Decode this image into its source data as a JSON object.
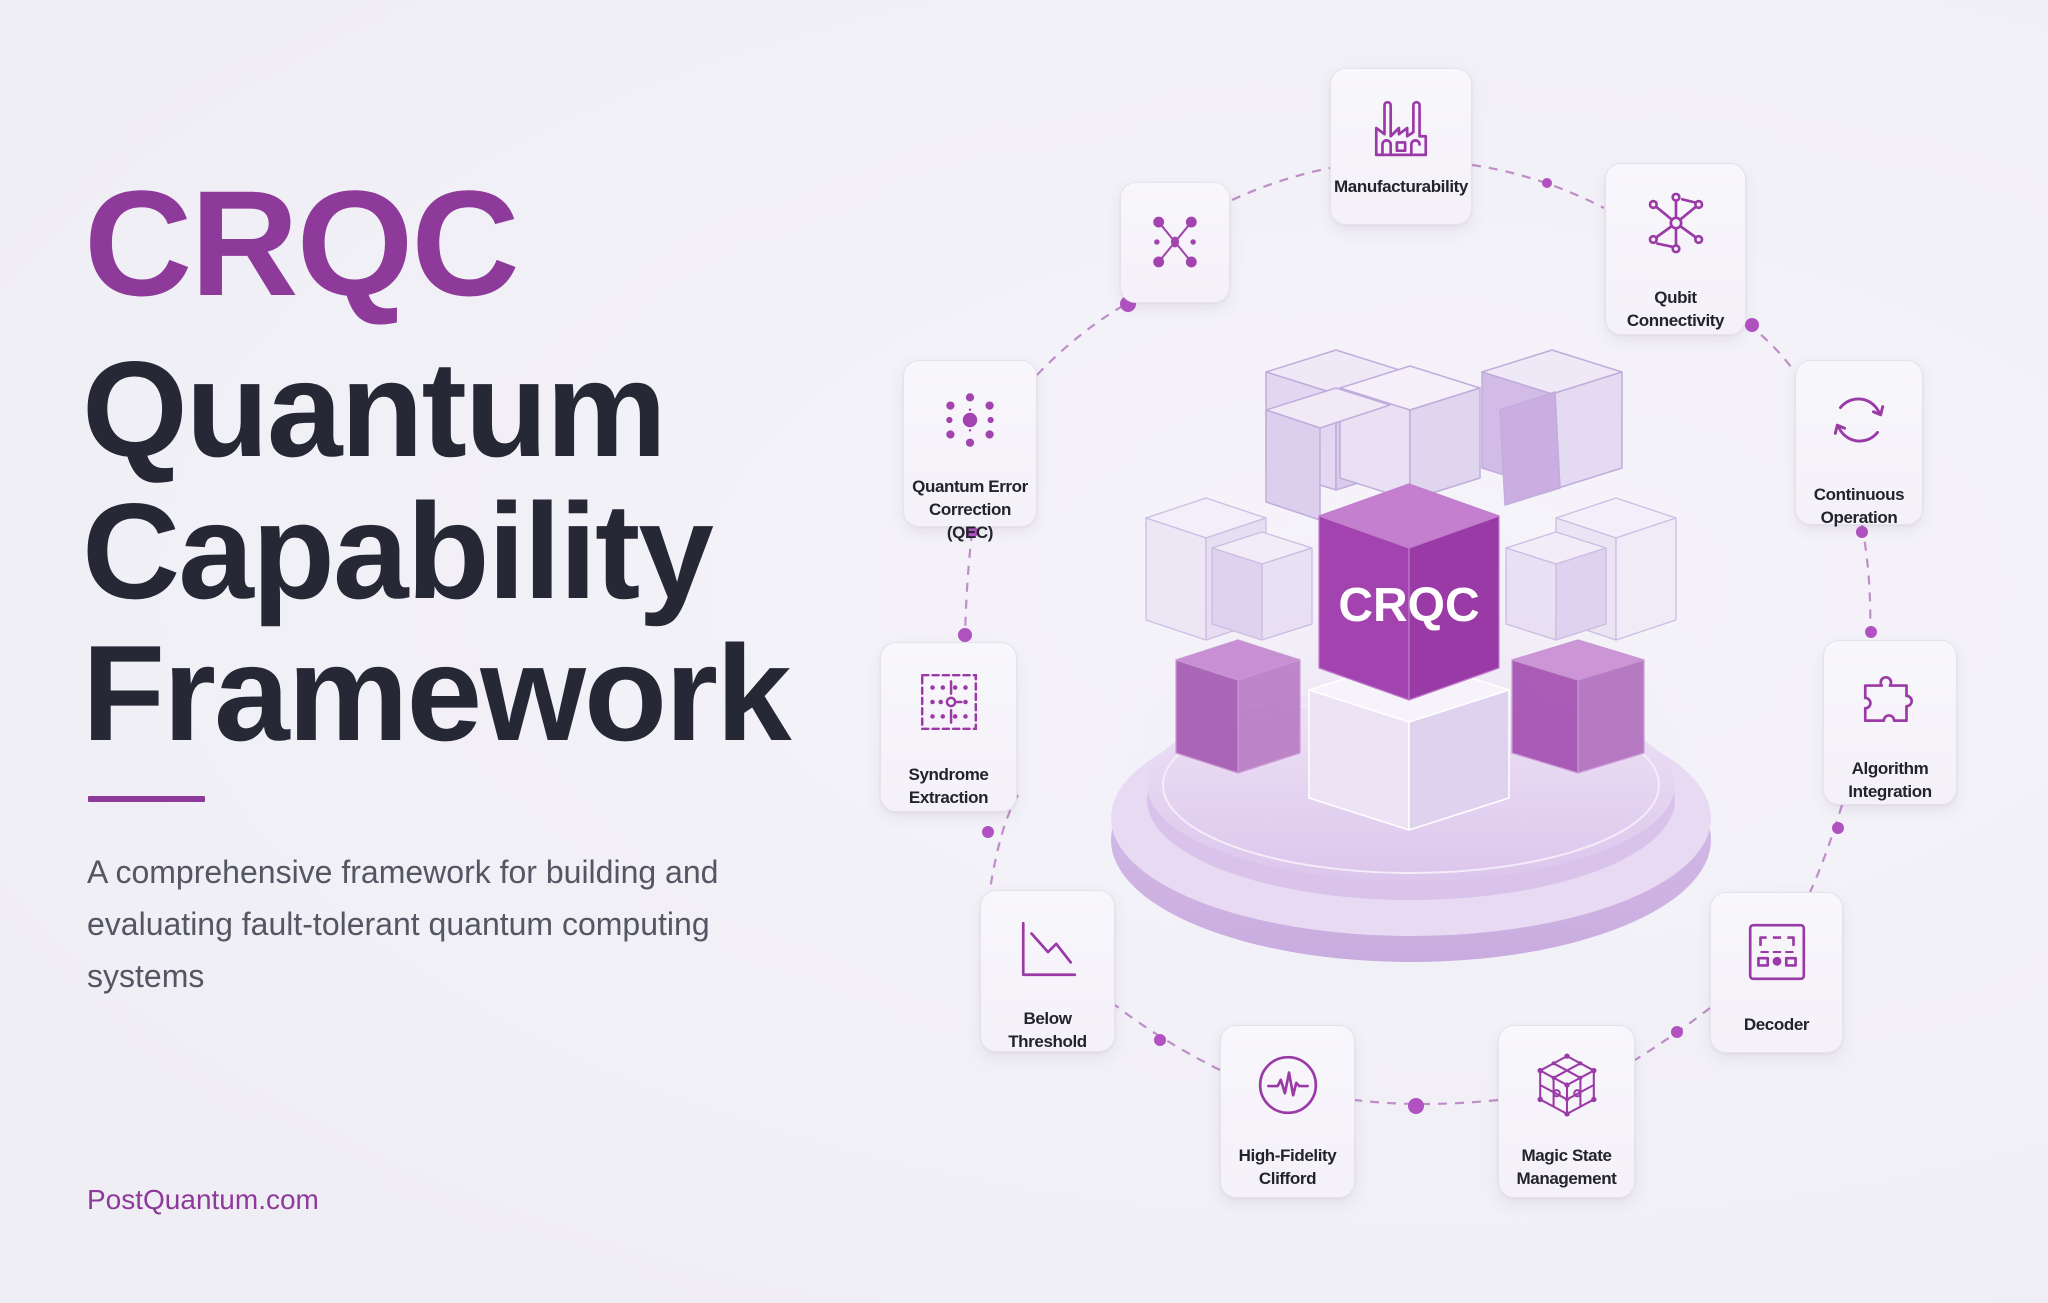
{
  "hero": {
    "title_accent": "CRQC",
    "title_lines": [
      "Quantum",
      "Capability",
      "Framework"
    ],
    "subtitle": "A comprehensive framework for building and evaluating fault-tolerant quantum computing systems",
    "footer_link": "PostQuantum.com"
  },
  "colors": {
    "accent": "#8e3a9a",
    "title_dark": "#262836",
    "subtitle": "#545664",
    "background": "#f0eff6",
    "card_background": "#f6f4f9",
    "card_border": "#e6e2ec",
    "icon_stroke": "#9a3aa6",
    "connector_dot": "#b052c0",
    "cube_magenta": "#a343b0"
  },
  "diagram": {
    "center_label": "CRQC",
    "cards": [
      {
        "id": "manufacturability",
        "label": "Manufacturability",
        "icon": "factory-icon"
      },
      {
        "id": "qubit-connectivity",
        "label": "Qubit Connectivity",
        "icon": "network-hub-icon"
      },
      {
        "id": "continuous-operation",
        "label": "Continuous Operation",
        "icon": "refresh-cycle-icon"
      },
      {
        "id": "algorithm-integration",
        "label": "Algorithm Integration",
        "icon": "puzzle-piece-icon"
      },
      {
        "id": "decoder",
        "label": "Decoder",
        "icon": "decoder-grid-icon"
      },
      {
        "id": "magic-state-management",
        "label": "Magic State Management",
        "icon": "lattice-cube-icon"
      },
      {
        "id": "high-fidelity-clifford",
        "label": "High-Fidelity Clifford",
        "icon": "pulse-circle-icon"
      },
      {
        "id": "below-threshold",
        "label": "Below Threshold",
        "icon": "declining-chart-icon"
      },
      {
        "id": "syndrome-extraction",
        "label": "Syndrome Extraction",
        "icon": "syndrome-grid-icon"
      },
      {
        "id": "quantum-error-correction",
        "label": "Quantum Error Correction (QEC)",
        "icon": "qubit-cluster-icon"
      },
      {
        "id": "unlabeled-node",
        "label": "",
        "icon": "entangled-nodes-icon"
      }
    ]
  }
}
